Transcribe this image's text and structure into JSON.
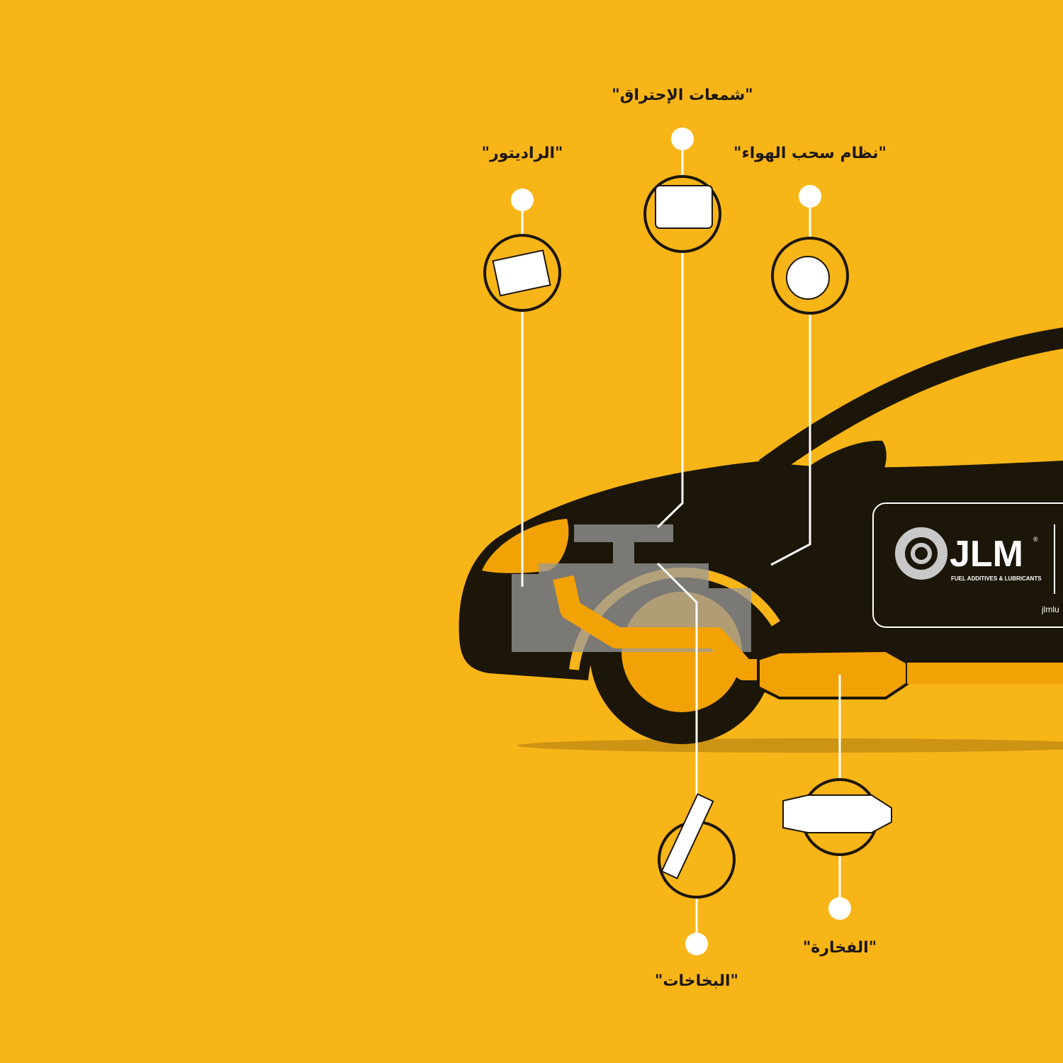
{
  "labels": {
    "radiator": "\"الراديتور\"",
    "spark_plugs": "\"شمعات الإحتراق\"",
    "air_intake": "\"نظام سحب الهواء\"",
    "injectors": "\"البخاخات\"",
    "catalytic_converter": "\"الفخارة\""
  },
  "brand": {
    "name": "JLM",
    "registered": "®",
    "tagline": "FUEL ADDITIVES & LUBRICANTS",
    "website": "jlmlu"
  },
  "colors": {
    "background": "#F8B517",
    "car": "#1c1608",
    "accent": "#F2A205"
  }
}
